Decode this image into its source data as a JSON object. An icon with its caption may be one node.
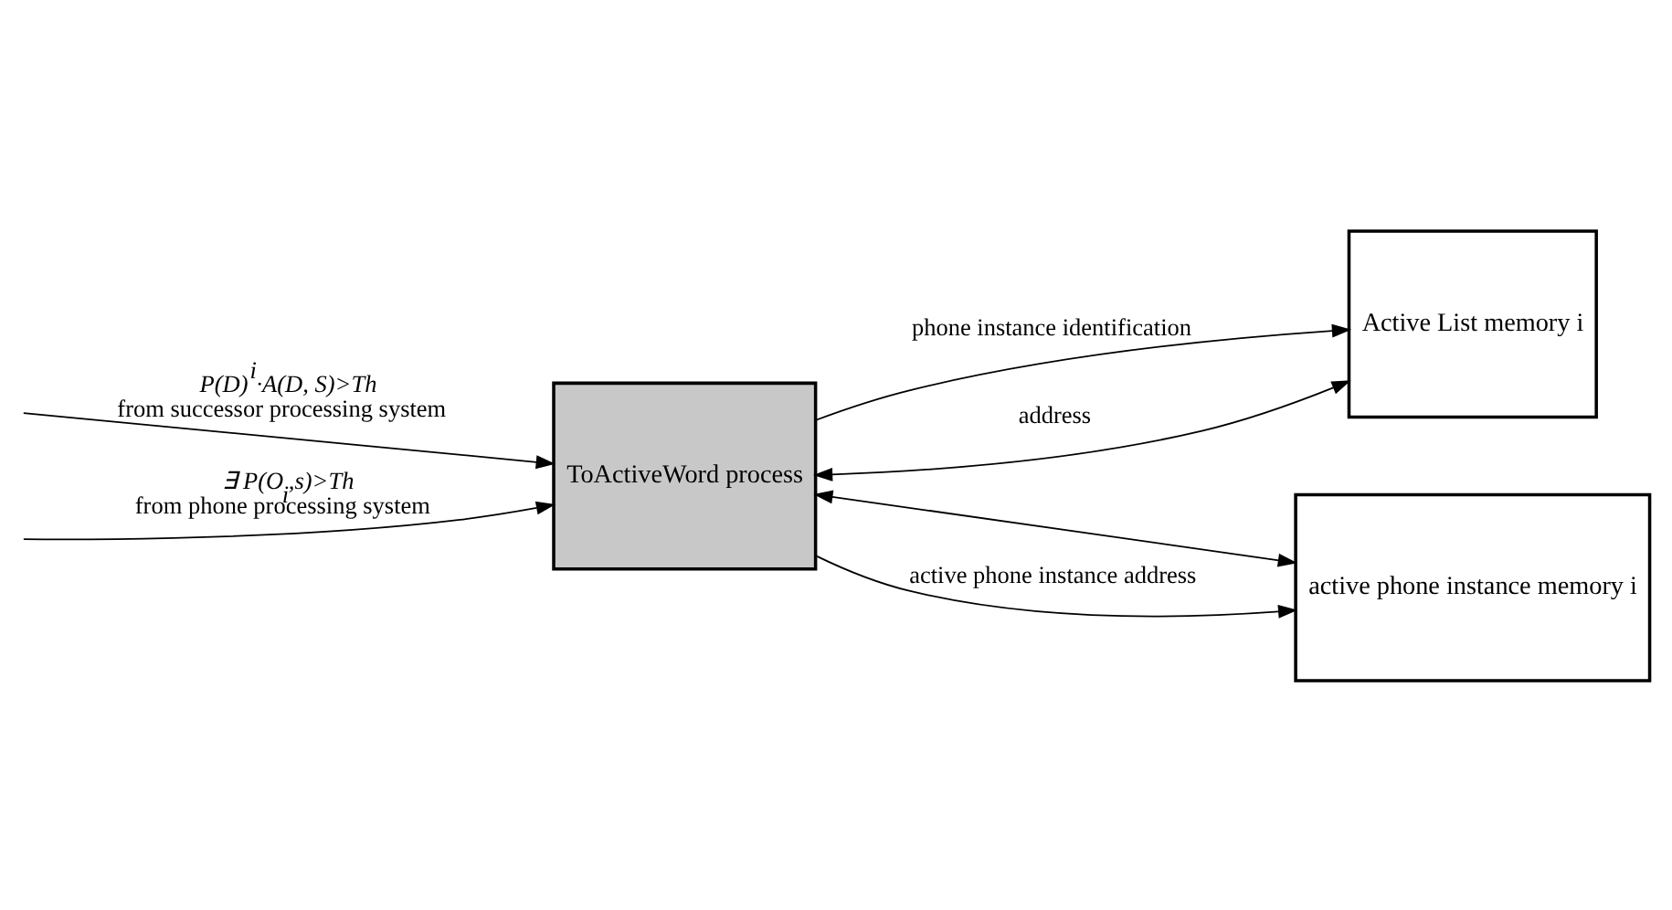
{
  "diagram": {
    "nodes": [
      {
        "text": [
          "ToActiveWord process"
        ]
      },
      {
        "text": [
          "Active List memory i"
        ]
      },
      {
        "text": [
          "active phone instance memory i"
        ]
      }
    ],
    "edges": [
      {
        "from": 0,
        "to": 1,
        "arrow": "to",
        "label": "phone instance identification"
      },
      {
        "from": 0,
        "to": 1,
        "arrow": "both",
        "label": "address"
      },
      {
        "from": null,
        "to": 0,
        "arrow": "to",
        "label": "*P(D)$^{i}$·A(D, S)>Th* from successor processing system"
      },
      {
        "from": null,
        "to": 0,
        "arrow": "to",
        "label": "*∃ P(O$_{i}$,s)>Th* from phone processing system"
      },
      {
        "from": 0,
        "to": 2,
        "arrow": "both"
      },
      {
        "from": 0,
        "to": 2,
        "arrow": "to",
        "label": "active phone instance address"
      }
    ]
  }
}
